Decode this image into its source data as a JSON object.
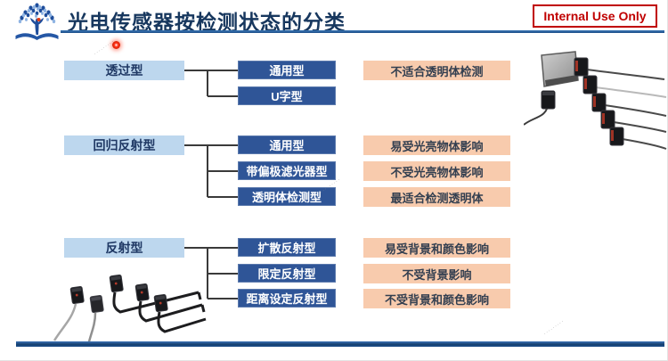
{
  "header": {
    "title": "光电传感器按检测状态的分类",
    "badge": "Internal Use Only"
  },
  "diagram": {
    "groups": [
      {
        "parent": "透过型",
        "children": [
          "通用型",
          "U字型"
        ],
        "notes": [
          "不适合透明体检测"
        ]
      },
      {
        "parent": "回归反射型",
        "children": [
          "通用型",
          "带偏极滤光器型",
          "透明体检测型"
        ],
        "notes": [
          "易受光亮物体影响",
          "不受光亮物体影响",
          "最适合检测透明体"
        ]
      },
      {
        "parent": "反射型",
        "children": [
          "扩散反射型",
          "限定反射型",
          "距离设定反射型"
        ],
        "notes": [
          "易受背景和颜色影响",
          "不受背景影响",
          "不受背景和颜色影响"
        ]
      }
    ]
  },
  "illustrations": {
    "right": "reflector-plate-and-photoelectric-sensors-photo",
    "bottom_left": "photoelectric-sensors-with-cables-photo"
  },
  "watermark_text": "·········",
  "colors": {
    "title_text": "#17375E",
    "title_underline": "#2E75B6",
    "parent_box_bg": "#BDD7EE",
    "child_box_bg": "#2F5597",
    "note_box_bg": "#F8CBAD",
    "badge_red": "#C00000",
    "connector": "#3A3A3A",
    "footer_bar": "#1F4E79"
  }
}
